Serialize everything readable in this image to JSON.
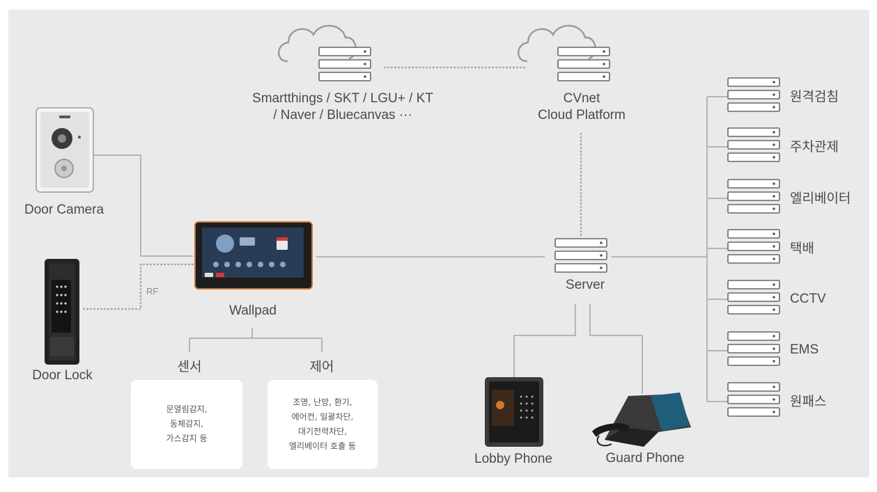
{
  "clouds": {
    "partners": {
      "line1": "Smartthings / SKT / LGU+ / KT",
      "line2": "/ Naver / Bluecanvas ···"
    },
    "cvnet": {
      "line1": "CVnet",
      "line2": "Cloud Platform"
    }
  },
  "devices": {
    "door_camera": "Door Camera",
    "door_lock": "Door Lock",
    "rf_label": "RF",
    "wallpad": "Wallpad",
    "server": "Server",
    "lobby_phone": "Lobby Phone",
    "guard_phone": "Guard Phone"
  },
  "wallpad_branches": {
    "sensor": {
      "title": "센서",
      "lines": [
        "문열림감지,",
        "동체감지,",
        "가스감지 등"
      ]
    },
    "control": {
      "title": "제어",
      "lines": [
        "조명, 난방, 환기,",
        "에어컨, 일괄차단,",
        "대기전력차단,",
        "엘리베이터 호출  등"
      ]
    }
  },
  "server_services": [
    "원격검침",
    "주차관제",
    "엘리베이터",
    "택배",
    "CCTV",
    "EMS",
    "원패스"
  ],
  "colors": {
    "background": "#eaeaea",
    "line": "#b5b5b5",
    "text": "#4a4a4a",
    "wallpad_accent": "#c0763a"
  }
}
